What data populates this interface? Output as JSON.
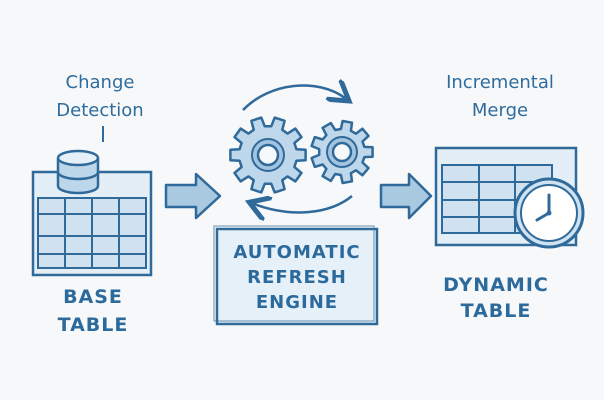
{
  "colors": {
    "background": "#f6f8f9",
    "ink": "#2f6a9a",
    "fill_light": "#d7e7f3",
    "fill_mid": "#a9c9e1"
  },
  "labels": {
    "change_detection_1": "Change",
    "change_detection_2": "Detection",
    "incremental_merge_1": "Incremental",
    "incremental_merge_2": "Merge",
    "base_table_1": "BASE",
    "base_table_2": "TABLE",
    "engine_1": "AUTOMATIC",
    "engine_2": "REFRESH",
    "engine_3": "ENGINE",
    "dynamic_table_1": "DYNAMIC",
    "dynamic_table_2": "TABLE"
  },
  "icons": [
    "database-icon",
    "gear-icon",
    "clock-icon",
    "refresh-cycle-icon",
    "arrow-right-icon",
    "table-grid-icon"
  ]
}
